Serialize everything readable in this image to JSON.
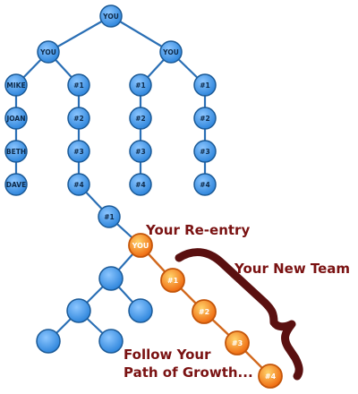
{
  "nodes": {
    "root": "YOU",
    "left_you": "YOU",
    "right_you": "YOU",
    "col1": [
      "MIKE",
      "JOAN",
      "BETH",
      "DAVE"
    ],
    "col2": [
      "#1",
      "#2",
      "#3",
      "#4"
    ],
    "col3": [
      "#1",
      "#2",
      "#3",
      "#4"
    ],
    "col4": [
      "#1",
      "#2",
      "#3",
      "#4"
    ],
    "link_one": "#1",
    "reentry_you": "YOU",
    "new_team": [
      "#1",
      "#2",
      "#3",
      "#4"
    ]
  },
  "labels": {
    "reentry": "Your Re-entry",
    "new_team": "Your New Team",
    "growth_line1": "Follow Your",
    "growth_line2": "Path of Growth..."
  },
  "colors": {
    "blue_node": "#2f8be0",
    "blue_edge": "#2a6fb5",
    "orange_node": "#f07a16",
    "orange_edge": "#d2691e",
    "label_red": "#7a1212",
    "brace": "#5a1010"
  }
}
